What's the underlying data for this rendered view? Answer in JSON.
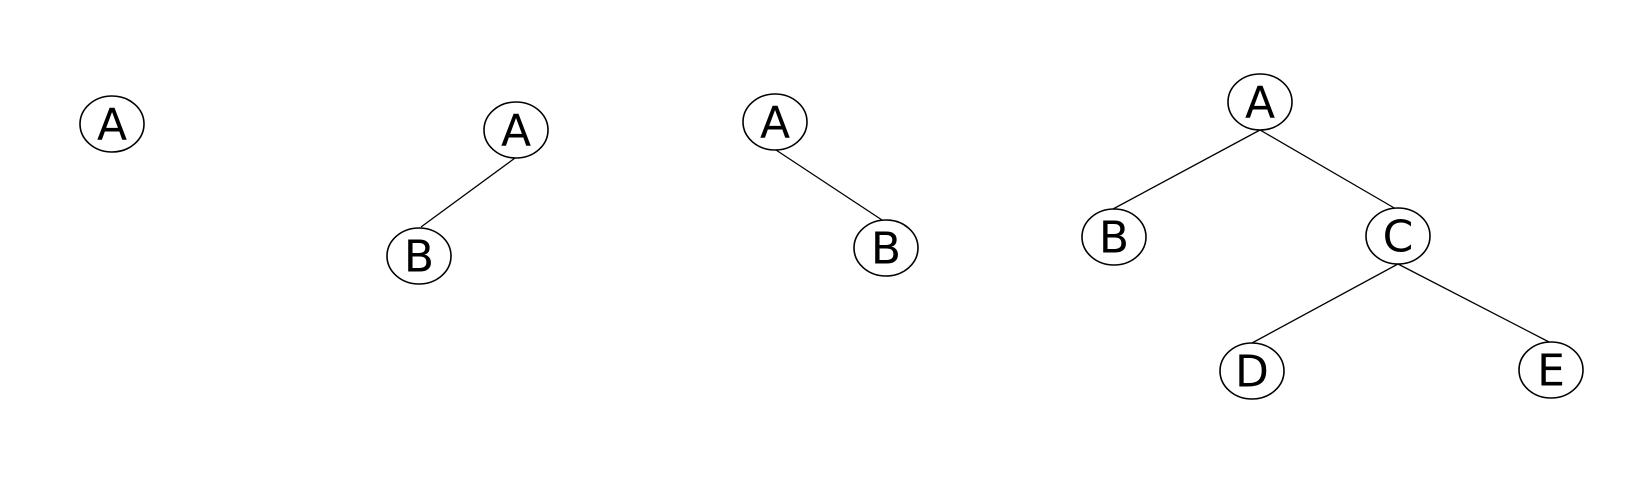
{
  "trees": [
    {
      "nodes": [
        {
          "id": "t1-a",
          "label": "A"
        }
      ],
      "edges": []
    },
    {
      "nodes": [
        {
          "id": "t2-a",
          "label": "A"
        },
        {
          "id": "t2-b",
          "label": "B"
        }
      ],
      "edges": [
        {
          "from": "t2-a",
          "to": "t2-b"
        }
      ]
    },
    {
      "nodes": [
        {
          "id": "t3-a",
          "label": "A"
        },
        {
          "id": "t3-b",
          "label": "B"
        }
      ],
      "edges": [
        {
          "from": "t3-a",
          "to": "t3-b"
        }
      ]
    },
    {
      "nodes": [
        {
          "id": "t4-a",
          "label": "A"
        },
        {
          "id": "t4-b",
          "label": "B"
        },
        {
          "id": "t4-c",
          "label": "C"
        },
        {
          "id": "t4-d",
          "label": "D"
        },
        {
          "id": "t4-e",
          "label": "E"
        }
      ],
      "edges": [
        {
          "from": "t4-a",
          "to": "t4-b"
        },
        {
          "from": "t4-a",
          "to": "t4-c"
        },
        {
          "from": "t4-c",
          "to": "t4-d"
        },
        {
          "from": "t4-c",
          "to": "t4-e"
        }
      ]
    }
  ]
}
